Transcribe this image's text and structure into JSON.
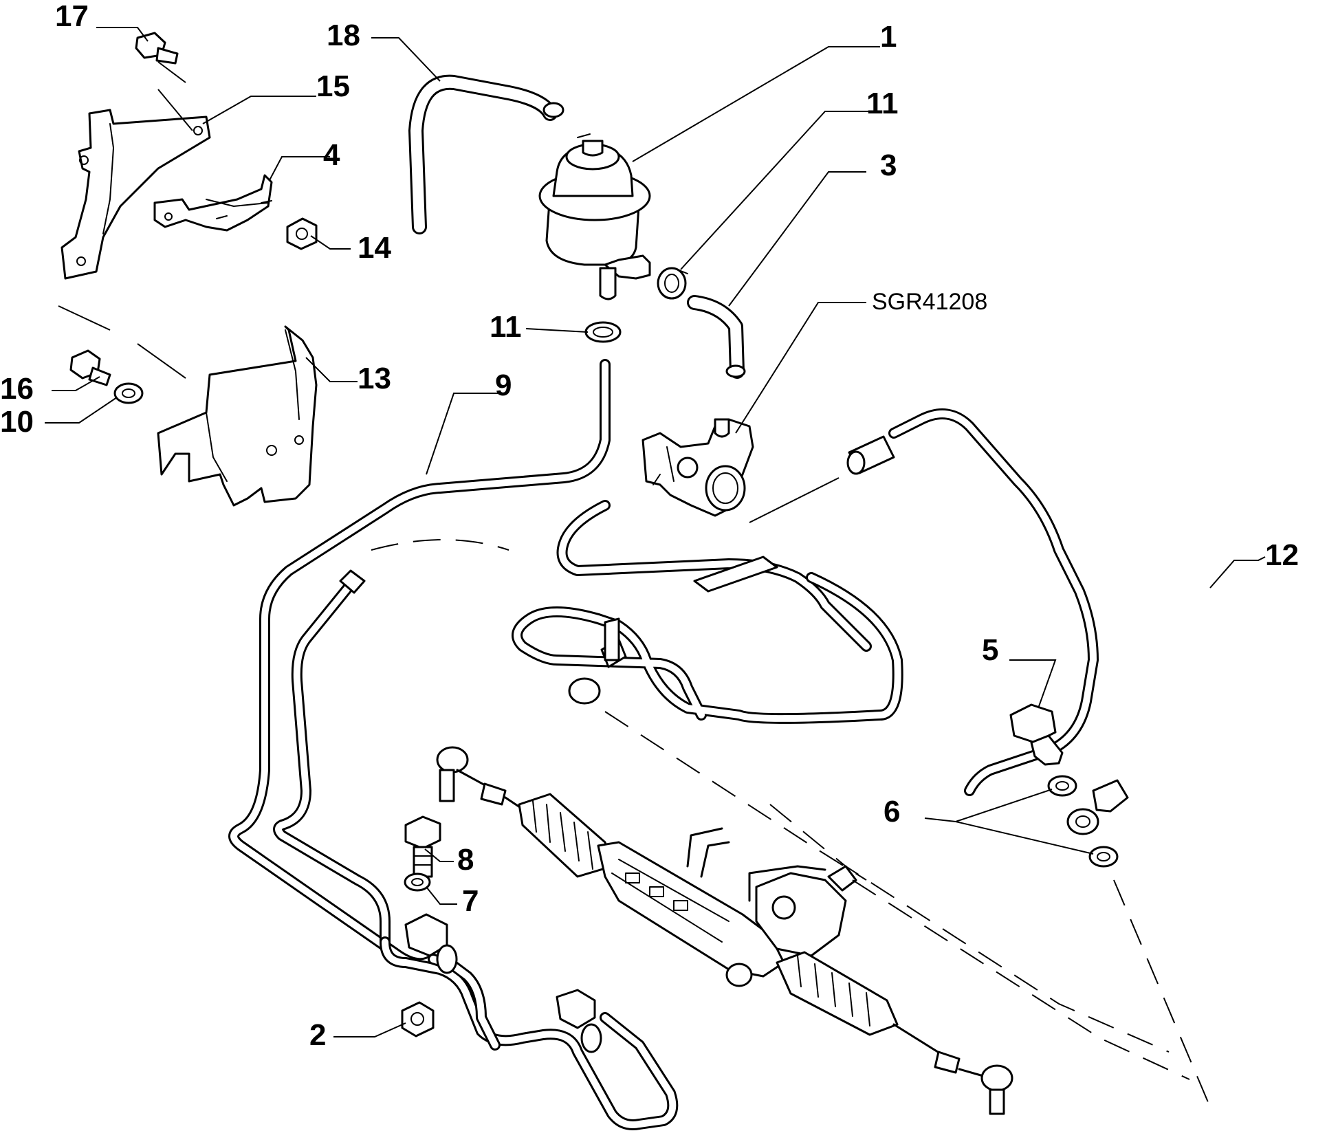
{
  "diagram": {
    "drawing_code": "SGR41208",
    "callouts": [
      "17",
      "18",
      "1",
      "15",
      "11",
      "4",
      "3",
      "14",
      "11",
      "16",
      "13",
      "10",
      "9",
      "12",
      "5",
      "6",
      "8",
      "7",
      "2"
    ]
  }
}
